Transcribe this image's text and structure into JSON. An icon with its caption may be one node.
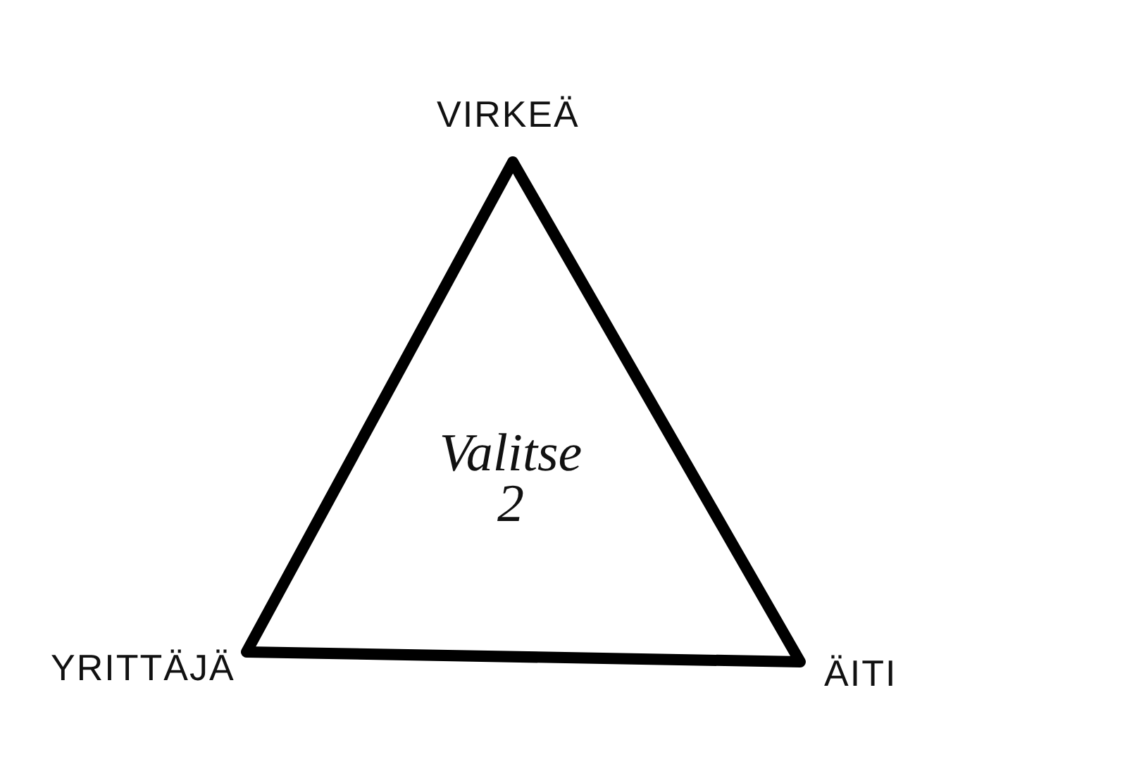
{
  "diagram": {
    "nodes": [
      {
        "text": [
          "Valitse 2"
        ]
      }
    ],
    "labels": [
      "VIRKEÄ",
      "YRITTÄJÄ",
      "ÄITI"
    ]
  }
}
